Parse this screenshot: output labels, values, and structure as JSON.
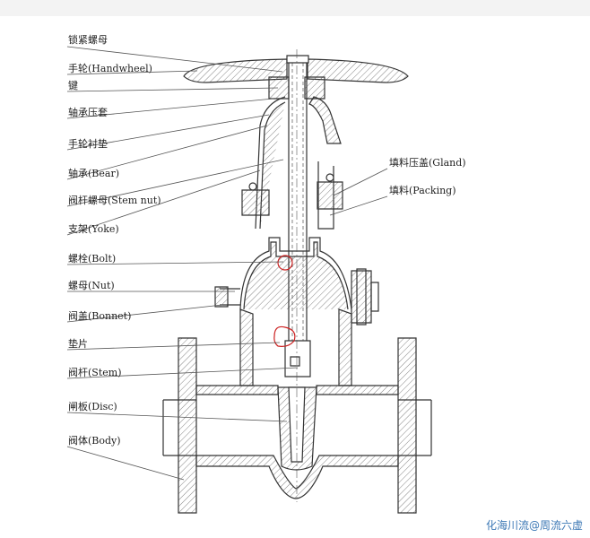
{
  "labels": [
    {
      "id": "lock-nut",
      "text": "锁紧螺母"
    },
    {
      "id": "handwheel",
      "text": "手轮(Handwheel)"
    },
    {
      "id": "key",
      "text": "键"
    },
    {
      "id": "bearing-cover",
      "text": "轴承压套"
    },
    {
      "id": "handwheel-pad",
      "text": "手轮衬垫"
    },
    {
      "id": "bearing",
      "text": "轴承(Bear)"
    },
    {
      "id": "stem-nut",
      "text": "阀杆螺母(Stem nut)"
    },
    {
      "id": "yoke",
      "text": "支架(Yoke)"
    },
    {
      "id": "bolt",
      "text": "螺栓(Bolt)"
    },
    {
      "id": "nut",
      "text": "螺母(Nut)"
    },
    {
      "id": "bonnet",
      "text": "阀盖(Bonnet)"
    },
    {
      "id": "gasket",
      "text": "垫片"
    },
    {
      "id": "stem",
      "text": "阀杆(Stem)"
    },
    {
      "id": "disc",
      "text": "闸板(Disc)"
    },
    {
      "id": "body",
      "text": "阀体(Body)"
    },
    {
      "id": "gland",
      "text": "填料压盖(Gland)"
    },
    {
      "id": "packing",
      "text": "填料(Packing)"
    }
  ],
  "watermark": "化海川流@周流六虚",
  "colors": {
    "line": "#333333",
    "hatch": "#555555",
    "highlight": "#cc2222",
    "watermark": "#3c78b5"
  }
}
